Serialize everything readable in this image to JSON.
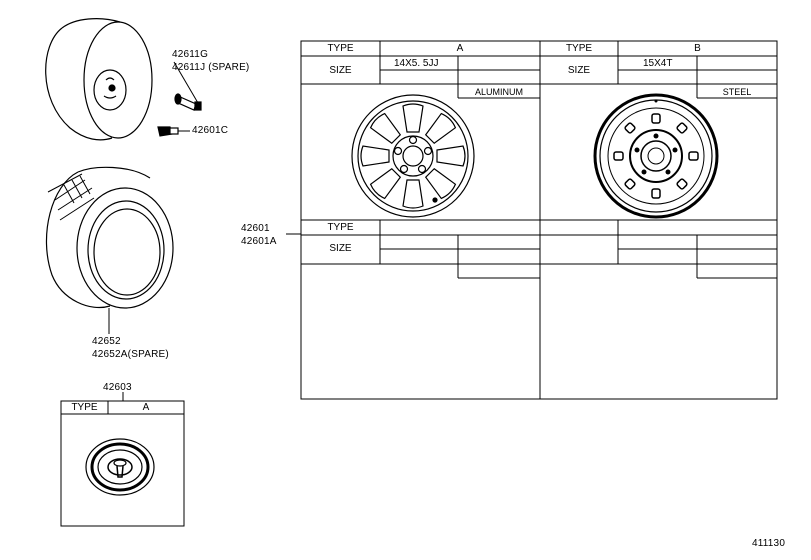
{
  "parts": {
    "valve": "42611G",
    "valve_spare": "42611J (SPARE)",
    "nut": "42601C",
    "wheel": "42601",
    "wheel_alt": "42601A",
    "tire": "42652",
    "tire_spare": "42652A(SPARE)",
    "cap": "42603"
  },
  "wheel_table": {
    "type_label": "TYPE",
    "size_label": "SIZE",
    "col_a": {
      "type": "A",
      "size": "14X5. 5JJ",
      "material": "ALUMINUM"
    },
    "col_b": {
      "type": "B",
      "size": "15X4T",
      "material": "STEEL"
    },
    "lower_type_label": "TYPE",
    "lower_size_label": "SIZE"
  },
  "cap_table": {
    "type_label": "TYPE",
    "type_value": "A"
  },
  "figure_code": "411130",
  "icons": [
    "wheel-rim-icon",
    "valve-stem-icon",
    "hub-nut-icon",
    "tire-icon",
    "alloy-wheel-icon",
    "steel-wheel-icon",
    "center-cap-icon"
  ]
}
